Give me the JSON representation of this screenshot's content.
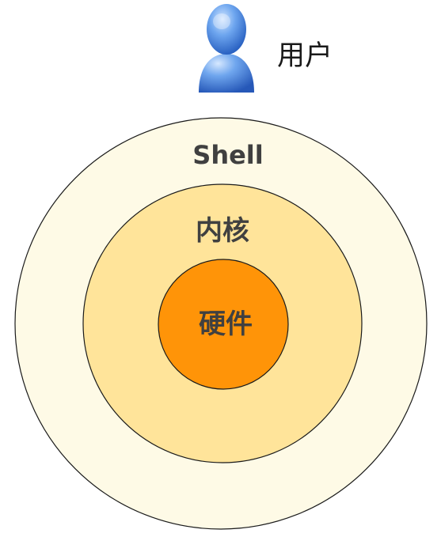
{
  "user": {
    "label": "用户",
    "icon": "user-icon"
  },
  "layers": {
    "outer": {
      "label": "Shell",
      "fill": "#fefae6"
    },
    "middle": {
      "label": "内核",
      "fill": "#ffe49a"
    },
    "inner": {
      "label": "硬件",
      "fill": "#ff9408"
    }
  },
  "colors": {
    "stroke": "#1a1a1a",
    "text": "#404040",
    "icon": "#3f7fd6"
  }
}
